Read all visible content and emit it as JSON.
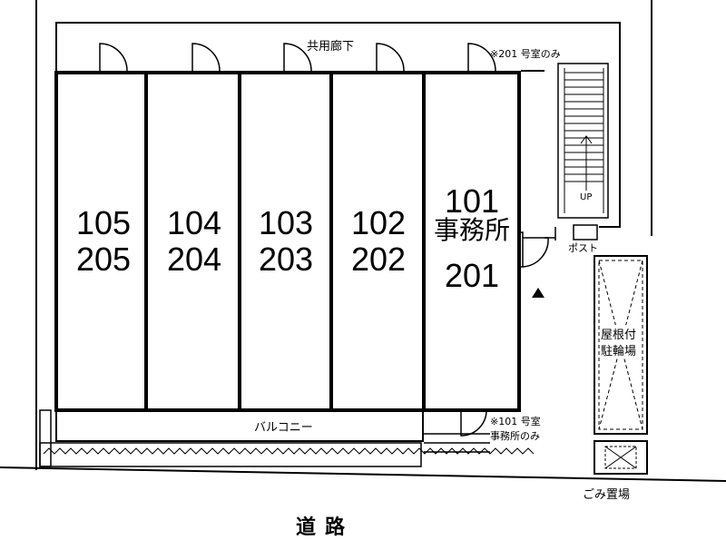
{
  "rooms": [
    {
      "top": "105",
      "bottom": "205"
    },
    {
      "top": "104",
      "bottom": "204"
    },
    {
      "top": "103",
      "bottom": "203"
    },
    {
      "top": "102",
      "bottom": "202"
    },
    {
      "top": "101",
      "middle": "事務所",
      "bottom": "201"
    }
  ],
  "labels": {
    "corridor": "共用廊下",
    "note_201": "※201 号室のみ",
    "stairs_up": "UP",
    "post": "ポスト",
    "bike_parking_1": "屋根付",
    "bike_parking_2": "駐輪場",
    "balcony": "バルコニー",
    "note_101_1": "※101 号室",
    "note_101_2": "事務所のみ",
    "garbage": "ごみ置場",
    "road": "道路"
  }
}
